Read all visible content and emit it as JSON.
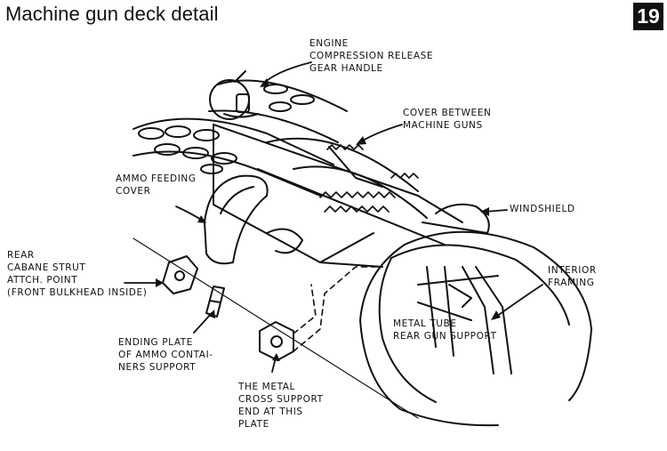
{
  "header": {
    "title": "Machine gun deck detail",
    "page_number": "19"
  },
  "labels": {
    "engine_release": "ENGINE\nCOMPRESSION RELEASE\nGEAR HANDLE",
    "cover_between": "COVER BETWEEN\nMACHINE GUNS",
    "ammo_cover": "AMMO FEEDING\nCOVER",
    "windshield": "WINDSHIELD",
    "interior_framing": "INTERIOR\nFRAMING",
    "rear_cabane": "REAR\nCABANE STRUT\nATTCH. POINT\n(FRONT BULKHEAD INSIDE)",
    "metal_tube": "METAL TUBE\nREAR GUN SUPPORT",
    "ending_plate": "ENDING PLATE\nOF AMMO CONTAI-\nNERS SUPPORT",
    "cross_support": "THE METAL\nCROSS SUPPORT\nEND AT THIS\nPLATE"
  },
  "colors": {
    "ink": "#111111",
    "paper": "#ffffff",
    "badge": "#111111"
  }
}
